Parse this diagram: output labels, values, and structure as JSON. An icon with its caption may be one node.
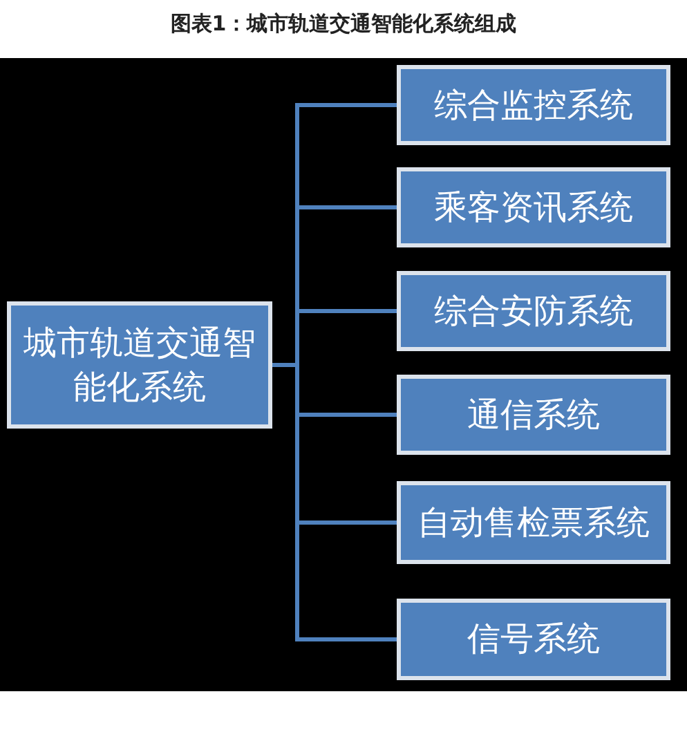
{
  "diagram": {
    "title": "图表1：城市轨道交通智能化系统组成",
    "nodes": [
      {
        "text": [
          "城市轨道交通智能化系统"
        ]
      },
      {
        "text": [
          "综合监控系统"
        ]
      },
      {
        "text": [
          "乘客资讯系统"
        ]
      },
      {
        "text": [
          "综合安防系统"
        ]
      },
      {
        "text": [
          "通信系统"
        ]
      },
      {
        "text": [
          "自动售检票系统"
        ]
      },
      {
        "text": [
          "信号系统"
        ]
      }
    ],
    "edges": [
      {
        "from": 0,
        "to": 1,
        "arrow": "none"
      },
      {
        "from": 0,
        "to": 2,
        "arrow": "none"
      },
      {
        "from": 0,
        "to": 3,
        "arrow": "none"
      },
      {
        "from": 0,
        "to": 4,
        "arrow": "none"
      },
      {
        "from": 0,
        "to": 5,
        "arrow": "none"
      },
      {
        "from": 0,
        "to": 6,
        "arrow": "none"
      }
    ]
  }
}
